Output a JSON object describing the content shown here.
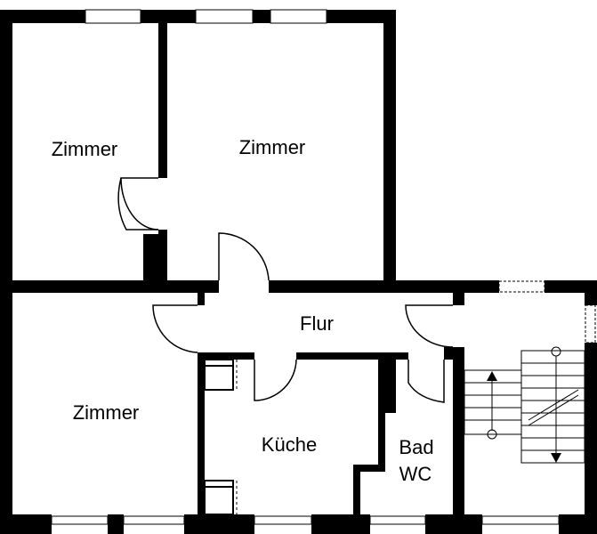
{
  "plan": {
    "wall_color": "#000000",
    "background": "#ffffff",
    "rooms": {
      "zimmer_top_left": "Zimmer",
      "zimmer_top_center": "Zimmer",
      "zimmer_bottom_left": "Zimmer",
      "flur": "Flur",
      "kueche": "Küche",
      "bad_line1": "Bad",
      "bad_line2": "WC"
    }
  }
}
